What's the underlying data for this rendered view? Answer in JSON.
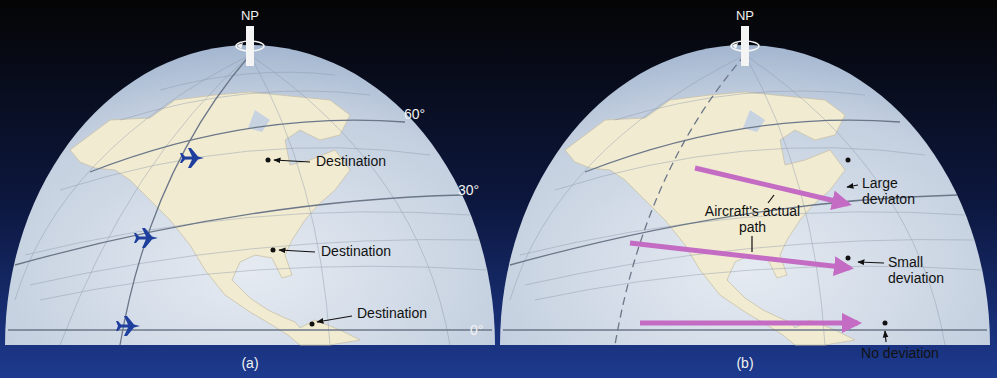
{
  "diagram": {
    "labels": [
      "NP",
      "60°",
      "30°",
      "Destination",
      "Destination",
      "Destination",
      "0°",
      "(a)",
      "NP",
      "Large deviaton",
      "Aircraft's actual path",
      "Small deviation",
      "No deviation",
      "(b)"
    ]
  }
}
